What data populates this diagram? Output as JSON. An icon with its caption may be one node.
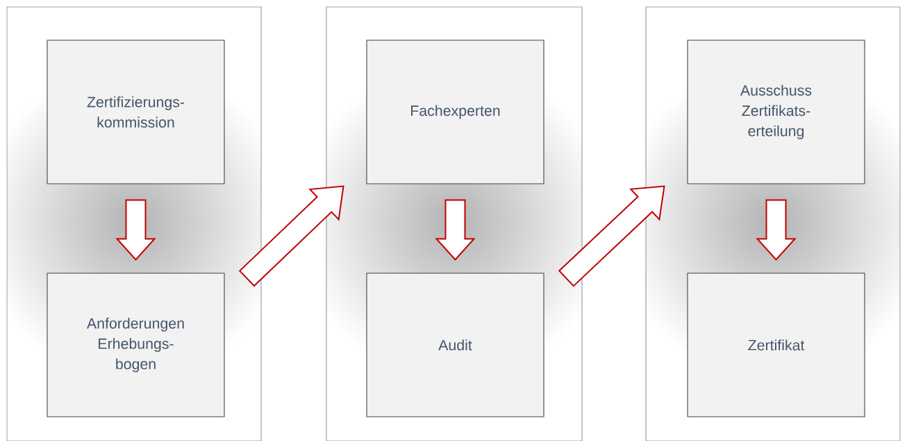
{
  "diagram": {
    "nodes": [
      {
        "text": [],
        "shape": "box"
      },
      {
        "text": [
          "Zertifizierungs- kommission"
        ],
        "in": 0
      },
      {
        "text": [
          "Anforderungen Erhebungs- bogen"
        ],
        "in": 0
      },
      {
        "text": [],
        "shape": "box"
      },
      {
        "text": [
          "Fachexperten"
        ],
        "in": 3
      },
      {
        "text": [
          "Audit"
        ],
        "in": 3
      },
      {
        "text": [],
        "shape": "box"
      },
      {
        "text": [
          "Ausschuss Zertifikats- erteilung"
        ],
        "in": 6
      },
      {
        "text": [
          "Zertifikat"
        ],
        "in": 6
      }
    ],
    "edges": [
      {
        "from": 1,
        "to": 2,
        "arrow": "to"
      },
      {
        "from": 2,
        "to": 4,
        "arrow": "to"
      },
      {
        "from": 4,
        "to": 5,
        "arrow": "to"
      },
      {
        "from": 5,
        "to": 7,
        "arrow": "to"
      },
      {
        "from": 7,
        "to": 8,
        "arrow": "to"
      }
    ]
  }
}
